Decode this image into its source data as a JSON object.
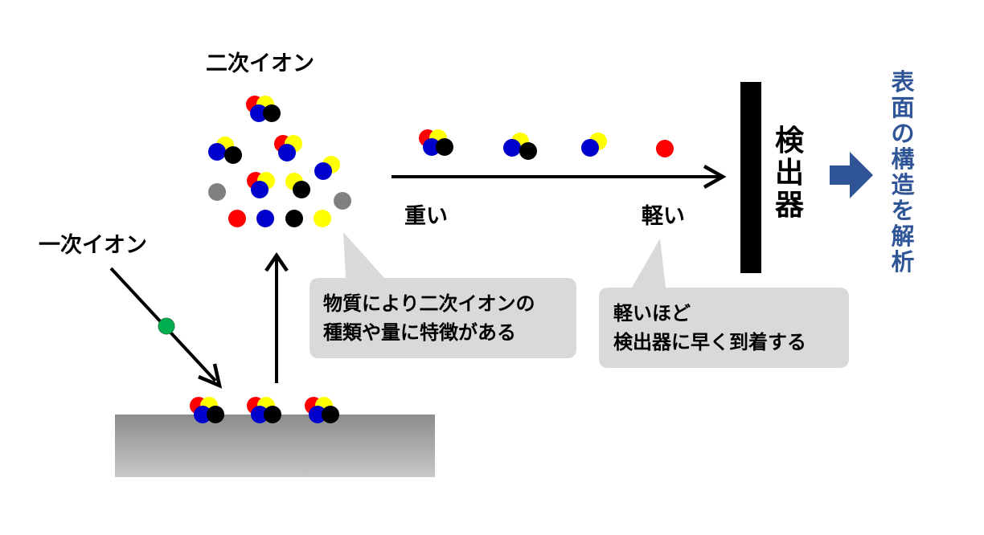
{
  "labels": {
    "primary_ion": "一次イオン",
    "secondary_ion": "二次イオン",
    "heavy": "重い",
    "light": "軽い"
  },
  "detector": {
    "label": [
      "検",
      "出",
      "器"
    ]
  },
  "result": {
    "label": [
      "表",
      "面",
      "の",
      "構",
      "造",
      "を",
      "解",
      "析"
    ],
    "color": "#2f5597"
  },
  "callouts": {
    "material": {
      "line1": "物質により二次イオンの",
      "line2": "種類や量に特徴がある"
    },
    "speed": {
      "line1": "軽いほど",
      "line2": "検出器に早く到着する"
    }
  },
  "colors": {
    "red": "#ff0000",
    "yellow": "#ffff00",
    "blue": "#0000cc",
    "black": "#000000",
    "gray": "#808080",
    "green": "#00b050",
    "substrate": "#a6a6a6",
    "callout_bg": "#d9d9d9",
    "arrow_blue": "#2f5597"
  }
}
